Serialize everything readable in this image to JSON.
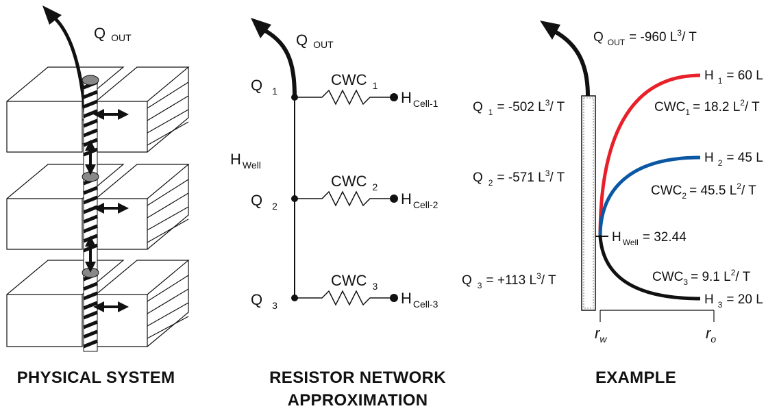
{
  "physical": {
    "q_out": {
      "main": "Q",
      "sub": "OUT"
    },
    "title": "PHYSICAL SYSTEM"
  },
  "network": {
    "q_out": {
      "main": "Q",
      "sub": "OUT"
    },
    "h_well": {
      "main": "H",
      "sub": "Well"
    },
    "nodes": [
      {
        "q": "Q",
        "q_sub": "1",
        "cwc": "CWC",
        "cwc_sub": "1",
        "h": "H",
        "h_sub": "Cell-1"
      },
      {
        "q": "Q",
        "q_sub": "2",
        "cwc": "CWC",
        "cwc_sub": "2",
        "h": "H",
        "h_sub": "Cell-2"
      },
      {
        "q": "Q",
        "q_sub": "3",
        "cwc": "CWC",
        "cwc_sub": "3",
        "h": "H",
        "h_sub": "Cell-3"
      }
    ],
    "title_line1": "RESISTOR NETWORK",
    "title_line2": "APPROXIMATION"
  },
  "example": {
    "q_out": {
      "main": "Q",
      "sub": "OUT",
      "eq": "= -960 L",
      "exp": "3",
      "unit": "/ T"
    },
    "flows": [
      {
        "q": "Q",
        "sub": "1",
        "eq": "= -502 L",
        "exp": "3",
        "unit": "/ T"
      },
      {
        "q": "Q",
        "sub": "2",
        "eq": "= -571 L",
        "exp": "3",
        "unit": "/ T"
      },
      {
        "q": "Q",
        "sub": "3",
        "eq": "= +113 L",
        "exp": "3",
        "unit": "/ T"
      }
    ],
    "heads": [
      {
        "h": "H",
        "sub": "1",
        "eq": "= 60 L",
        "color": "#e8202a"
      },
      {
        "h": "H",
        "sub": "2",
        "eq": "= 45 L",
        "color": "#0a57a4"
      },
      {
        "h": "H",
        "sub": "3",
        "eq": "= 20 L",
        "color": "#111111"
      }
    ],
    "cwcs": [
      {
        "cwc": "CWC",
        "sub": "1",
        "eq": "= 18.2 L",
        "exp": "2",
        "unit": "/ T"
      },
      {
        "cwc": "CWC",
        "sub": "2",
        "eq": "= 45.5 L",
        "exp": "2",
        "unit": "/ T"
      },
      {
        "cwc": "CWC",
        "sub": "3",
        "eq": "= 9.1 L",
        "exp": "2",
        "unit": "/ T"
      }
    ],
    "h_well": {
      "main": "H",
      "sub": "Well",
      "eq": "= 32.44"
    },
    "axis": {
      "rw": "r",
      "rw_sub": "w",
      "ro": "r",
      "ro_sub": "o"
    },
    "title": "EXAMPLE"
  }
}
